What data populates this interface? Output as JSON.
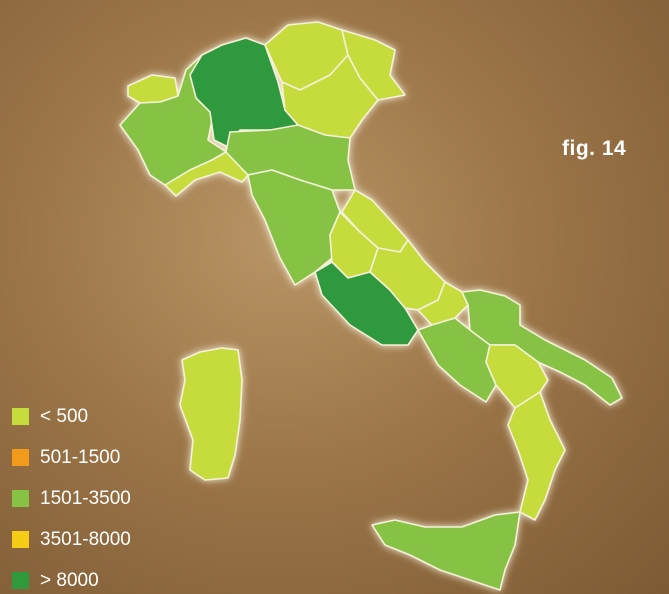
{
  "figure_label": "fig. 14",
  "colors": {
    "lt500": "#c6dc3c",
    "r501_1500": "#f29a1a",
    "r1501_3500": "#86c345",
    "r3501_8000": "#f6cd16",
    "gt8000": "#2f9a3c"
  },
  "legend": {
    "items": [
      {
        "label": "< 500",
        "color": "#c6dc3c"
      },
      {
        "label": "501-1500",
        "color": "#f29a1a"
      },
      {
        "label": "1501-3500",
        "color": "#86c345"
      },
      {
        "label": "3501-8000",
        "color": "#f6cd16"
      },
      {
        "label": "> 8000",
        "color": "#2f9a3c"
      }
    ]
  },
  "regions": [
    {
      "id": "valle-d-aosta",
      "class": "< 500"
    },
    {
      "id": "piemonte",
      "class": "1501-3500"
    },
    {
      "id": "lombardia",
      "class": "> 8000"
    },
    {
      "id": "trentino-alto-adige",
      "class": "< 500"
    },
    {
      "id": "veneto",
      "class": "< 500"
    },
    {
      "id": "friuli-venezia-giulia",
      "class": "< 500"
    },
    {
      "id": "liguria",
      "class": "< 500"
    },
    {
      "id": "emilia-romagna",
      "class": "1501-3500"
    },
    {
      "id": "toscana",
      "class": "1501-3500"
    },
    {
      "id": "marche",
      "class": "< 500"
    },
    {
      "id": "umbria",
      "class": "< 500"
    },
    {
      "id": "lazio",
      "class": "> 8000"
    },
    {
      "id": "abruzzo",
      "class": "< 500"
    },
    {
      "id": "molise",
      "class": "< 500"
    },
    {
      "id": "campania",
      "class": "1501-3500"
    },
    {
      "id": "puglia",
      "class": "1501-3500"
    },
    {
      "id": "basilicata",
      "class": "< 500"
    },
    {
      "id": "calabria",
      "class": "< 500"
    },
    {
      "id": "sicilia",
      "class": "1501-3500"
    },
    {
      "id": "sardegna",
      "class": "< 500"
    }
  ]
}
